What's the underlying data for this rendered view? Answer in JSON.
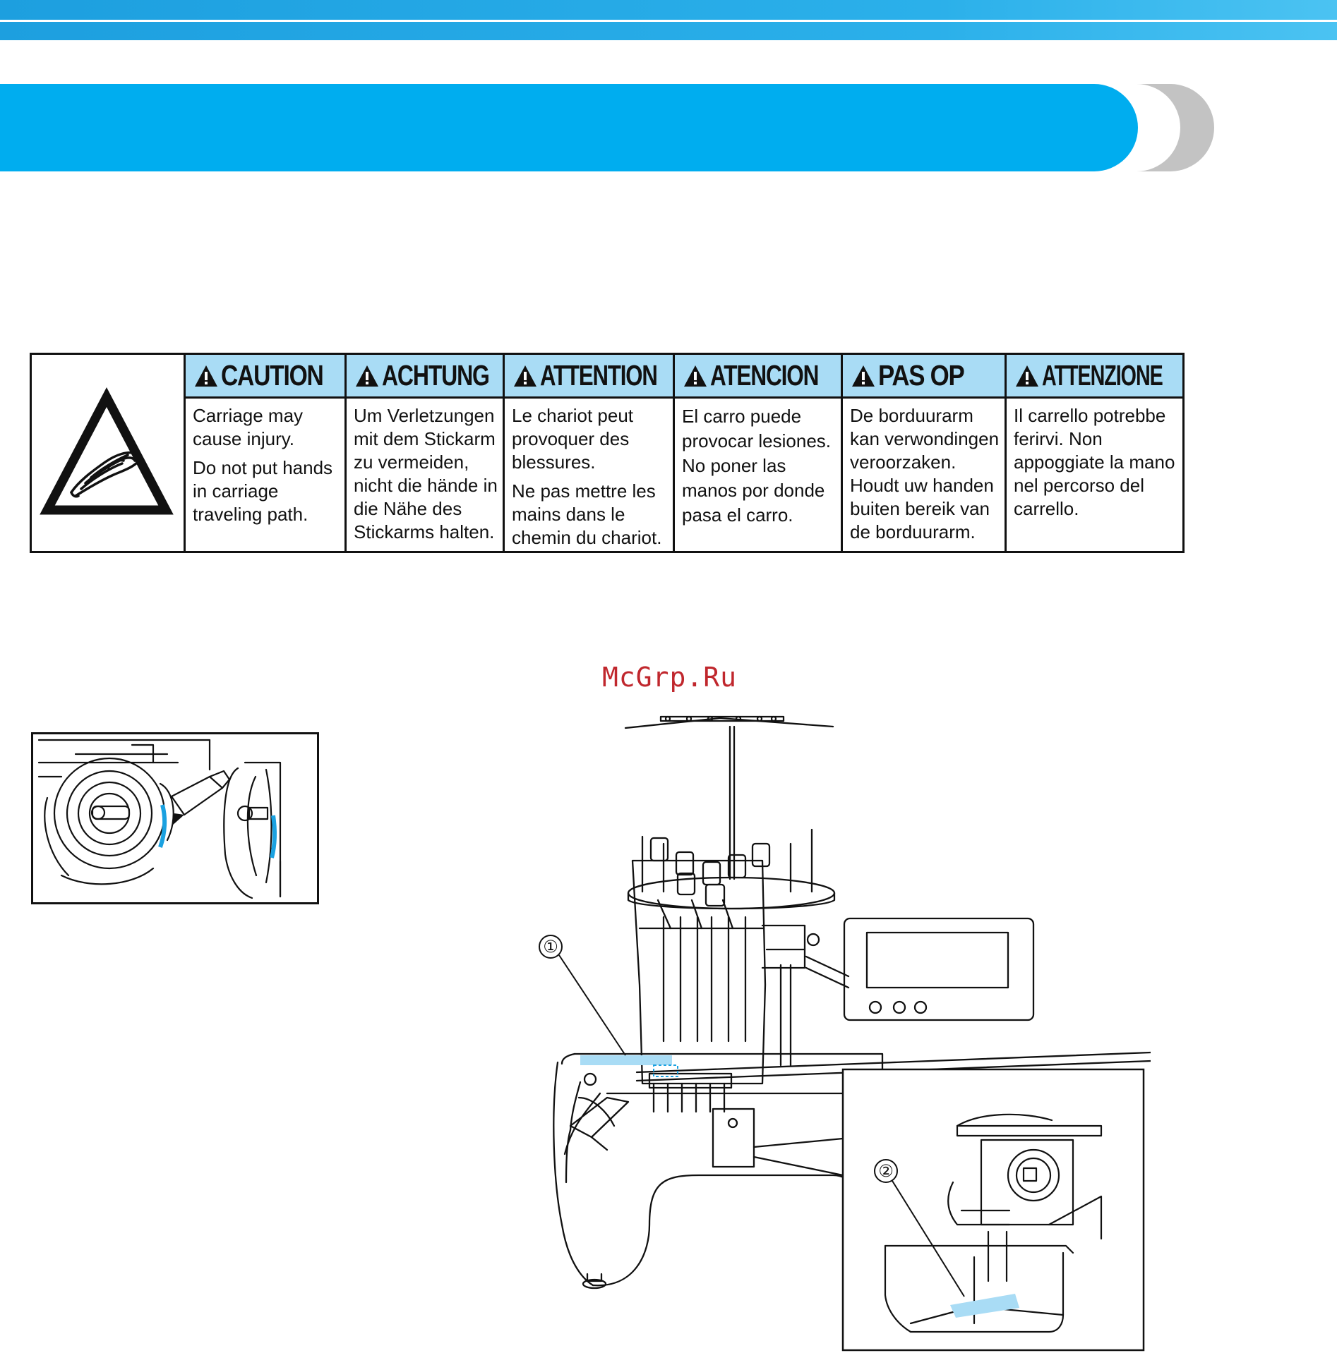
{
  "header": {
    "accent_color": "#00adef",
    "stripe_color": "#2bb0ea",
    "cap_color": "#c3c3c3"
  },
  "caution_table": {
    "icon": "hand-pinch-warning-icon",
    "header_color": "#a9dcf5",
    "columns": [
      {
        "heading": "CAUTION",
        "paragraphs": [
          "Carriage may cause injury.",
          "Do not put hands in carriage traveling path."
        ]
      },
      {
        "heading": "ACHTUNG",
        "paragraphs": [
          "Um Verletzungen mit dem Stickarm zu vermeiden, nicht die hände in die Nähe des Stickarms halten."
        ]
      },
      {
        "heading": "ATTENTION",
        "paragraphs": [
          "Le chariot peut provoquer des blessures.",
          "Ne pas mettre les mains dans le chemin du chariot."
        ]
      },
      {
        "heading": "ATENCION",
        "paragraphs": [
          "El carro puede provocar lesiones. No poner las manos por donde pasa el carro."
        ]
      },
      {
        "heading": "PAS OP",
        "paragraphs": [
          "De borduurarm kan verwondingen veroorzaken. Houdt uw handen buiten bereik van de borduurarm."
        ]
      },
      {
        "heading": "ATTENZIONE",
        "paragraphs": [
          "Il carrello potrebbe ferirvi. Non appoggiate la mano nel percorso del carrello."
        ]
      }
    ]
  },
  "watermark": "McGrp.Ru",
  "figures": {
    "hook": {
      "icon": "oil-hook-illustration"
    },
    "machine": {
      "callout_1": "①",
      "callout_2": "②",
      "icon": "embroidery-machine-illustration"
    }
  }
}
